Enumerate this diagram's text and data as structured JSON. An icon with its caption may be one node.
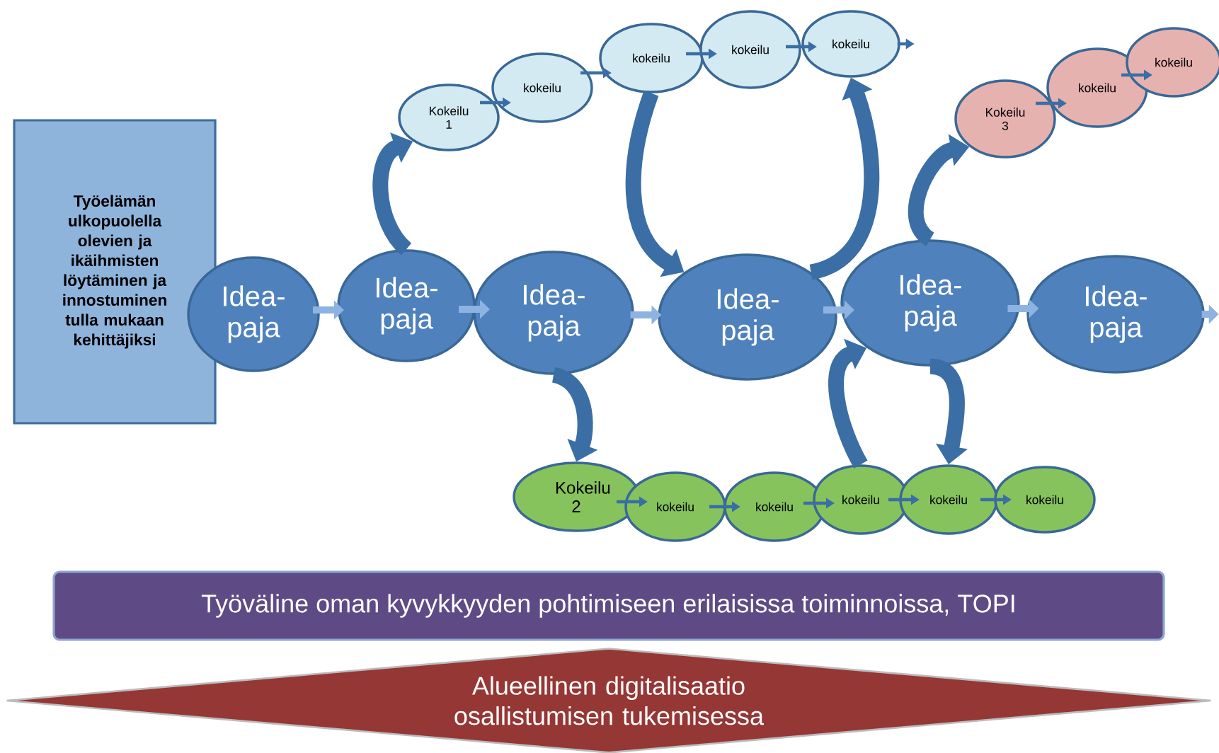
{
  "diagram": {
    "nodes": [
      {
        "text": [
          "Työelämän ulkopuolella olevien ja ikäihmisten löytäminen ja innostuminen tulla mukaan kehittäjiksi"
        ]
      },
      {
        "text": [
          "Idea- paja"
        ]
      },
      {
        "text": [
          "Idea- paja"
        ]
      },
      {
        "text": [
          "Idea- paja"
        ]
      },
      {
        "text": [
          "Idea- paja"
        ]
      },
      {
        "text": [
          "Idea- paja"
        ]
      },
      {
        "text": [
          "Idea- paja"
        ]
      },
      {
        "text": [
          "Kokeilu 1"
        ]
      },
      {
        "text": [
          "kokeilu"
        ]
      },
      {
        "text": [
          "kokeilu"
        ]
      },
      {
        "text": [
          "kokeilu"
        ]
      },
      {
        "text": [
          "kokeilu"
        ]
      },
      {
        "text": [
          "Kokeilu 3"
        ]
      },
      {
        "text": [
          "kokeilu"
        ]
      },
      {
        "text": [
          "kokeilu"
        ]
      },
      {
        "text": [
          "Kokeilu 2"
        ]
      },
      {
        "text": [
          "kokeilu"
        ]
      },
      {
        "text": [
          "kokeilu"
        ]
      },
      {
        "text": [
          "kokeilu"
        ]
      },
      {
        "text": [
          "kokeilu"
        ]
      },
      {
        "text": [
          "kokeilu"
        ]
      },
      {
        "text": [
          "Työväline oman kyvykkyyden pohtimiseen erilaisissa toiminnoissa, TOPI"
        ]
      },
      {
        "text": [
          "Alueellinen digitalisaatio osallistumisen tukemisessa"
        ]
      }
    ],
    "edges": [
      {
        "from": 1,
        "to": 2,
        "arrow": "to",
        "color": "#8db3e2"
      },
      {
        "from": 2,
        "to": 3,
        "arrow": "to",
        "color": "#8db3e2"
      },
      {
        "from": 3,
        "to": 4,
        "arrow": "to",
        "color": "#8db3e2"
      },
      {
        "from": 4,
        "to": 5,
        "arrow": "to",
        "color": "#8db3e2"
      },
      {
        "from": 5,
        "to": 6,
        "arrow": "to",
        "color": "#8db3e2"
      },
      {
        "from": 6,
        "to": null,
        "arrow": "to",
        "color": "#8db3e2"
      },
      {
        "from": 2,
        "to": 7,
        "arrow": "to",
        "style": "thick"
      },
      {
        "from": 7,
        "to": 8,
        "arrow": "to"
      },
      {
        "from": 8,
        "to": 9,
        "arrow": "to"
      },
      {
        "from": 9,
        "to": 10,
        "arrow": "to"
      },
      {
        "from": 10,
        "to": 11,
        "arrow": "to"
      },
      {
        "from": 11,
        "to": null,
        "arrow": "to"
      },
      {
        "from": 9,
        "to": 4,
        "arrow": "to",
        "style": "thick"
      },
      {
        "from": 4,
        "to": 11,
        "arrow": "to",
        "style": "thick"
      },
      {
        "from": 5,
        "to": 12,
        "arrow": "to",
        "style": "thick"
      },
      {
        "from": 12,
        "to": 13,
        "arrow": "to"
      },
      {
        "from": 13,
        "to": 14,
        "arrow": "to"
      },
      {
        "from": 3,
        "to": 15,
        "arrow": "to",
        "style": "thick"
      },
      {
        "from": 15,
        "to": 16,
        "arrow": "to"
      },
      {
        "from": 16,
        "to": 17,
        "arrow": "to"
      },
      {
        "from": 17,
        "to": 18,
        "arrow": "to"
      },
      {
        "from": 18,
        "to": 19,
        "arrow": "to"
      },
      {
        "from": 19,
        "to": 20,
        "arrow": "to"
      },
      {
        "from": 18,
        "to": 5,
        "arrow": "to",
        "style": "thick"
      },
      {
        "from": 5,
        "to": 19,
        "arrow": "to",
        "style": "thick"
      }
    ]
  }
}
